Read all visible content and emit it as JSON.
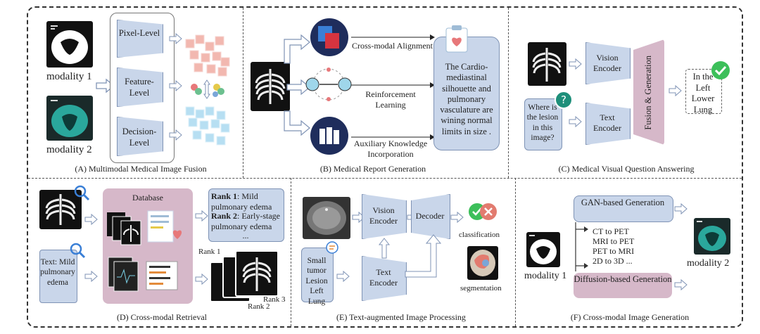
{
  "panels": {
    "a": {
      "caption": "(A) Multimodal Medical Image Fusion",
      "modality1": "modality 1",
      "modality2": "modality 2",
      "levels": [
        "Pixel-Level",
        "Feature-Level",
        "Decision-Level"
      ],
      "colors": {
        "blue_box": "#c9d6ea",
        "red_blocks": "#f2b8b0",
        "blue_blocks": "#b7dff2"
      }
    },
    "b": {
      "caption": "(B) Medical Report Generation",
      "methods": [
        "Cross-modal Alignment",
        "Reinforcement Learning",
        "Auxiliary Knowledge Incorporation"
      ],
      "report": "The Cardio-mediastinal silhouette and pulmonary vasculature are wining normal limits in size ."
    },
    "c": {
      "caption": "(C) Medical Visual Question Answering",
      "vision_encoder": "Vision Encoder",
      "text_encoder": "Text Encoder",
      "question": "Where is the lesion in this image?",
      "fusion": "Fusion & Generation",
      "answer": "In the Left Lower Lung",
      "colors": {
        "fusion": "#d6b8c9",
        "check": "#3cbf5a"
      }
    },
    "d": {
      "caption": "(D) Cross-modal Retrieval",
      "database": "Database",
      "query_text": "Text: Mild pulmonary edema",
      "rank1_label": "Rank 1",
      "rank1_text": ": Mild pulmonary edema",
      "rank2_label": "Rank 2",
      "rank2_text": ": Early-stage pulmonary edema",
      "ellipsis": "...",
      "stack_ranks": [
        "Rank 1",
        "Rank 2",
        "Rank 3"
      ]
    },
    "e": {
      "caption": "(E) Text-augmented Image Processing",
      "vision_encoder": "Vision Encoder",
      "text_encoder": "Text Encoder",
      "decoder": "Decoder",
      "input_text": "Small tumor Lesion Left Lung",
      "classification": "classification",
      "segmentation": "segmentation"
    },
    "f": {
      "caption": "(F) Cross-modal Image Generation",
      "gan": "GAN-based Generation",
      "diffusion": "Diffusion-based Generation",
      "tasks": [
        "CT to PET",
        "MRI to PET",
        "PET to MRI",
        "2D to 3D ..."
      ],
      "modality1": "modality 1",
      "modality2": "modality 2"
    }
  }
}
